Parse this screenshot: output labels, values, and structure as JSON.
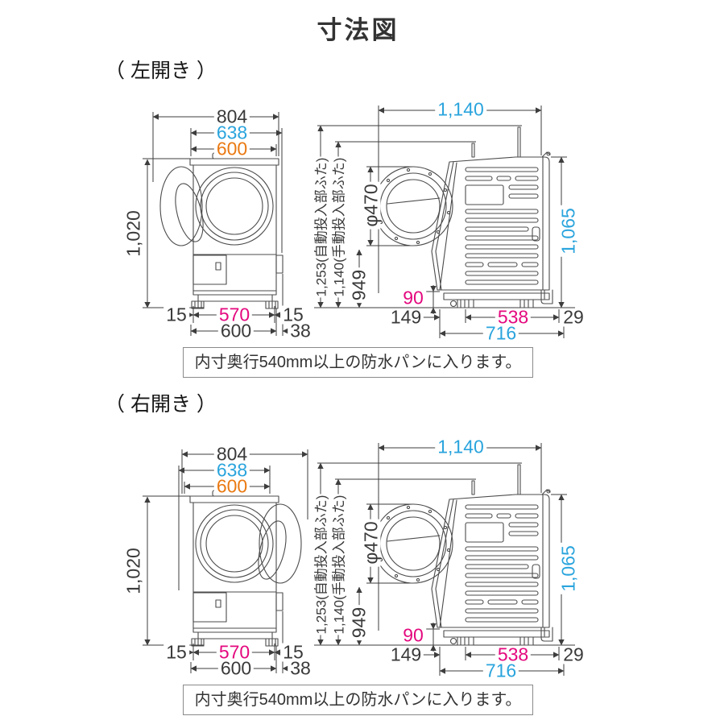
{
  "title": "寸法図",
  "colors": {
    "accent_blue": "#2aa4dd",
    "accent_orange": "#ea7912",
    "accent_magenta": "#e4087e",
    "line": "#3d3d3d"
  },
  "sections": [
    {
      "label": "（ 左開き ）",
      "front": {
        "width_total": "804",
        "width_door_open": "638",
        "width_body_top": "600",
        "height": "1,020",
        "foot_left": "15",
        "foot_span": "570",
        "foot_right": "15",
        "width_body_bottom": "600",
        "rear_protrusion": "38"
      },
      "side": {
        "depth_door_open": "1,140",
        "height_auto_lid": "1,253(自動投入部ふた)",
        "height_manual_lid": "1,140(手動投入部ふた)",
        "height_window_top": "949",
        "window_diameter": "φ470",
        "height_body": "1,065",
        "base_height": "90",
        "front_foot_inset": "149",
        "foot_span": "538",
        "rear_foot_inset": "29",
        "depth_body": "716"
      },
      "note": "内寸奥行540mm以上の防水パンに入ります。"
    },
    {
      "label": "（ 右開き ）",
      "front": {
        "width_total": "804",
        "width_door_open": "638",
        "width_body_top": "600",
        "height": "1,020",
        "foot_left": "15",
        "foot_span": "570",
        "foot_right": "15",
        "width_body_bottom": "600",
        "rear_protrusion": "38"
      },
      "side": {
        "depth_door_open": "1,140",
        "height_auto_lid": "1,253(自動投入部ふた)",
        "height_manual_lid": "1,140(手動投入部ふた)",
        "height_window_top": "949",
        "window_diameter": "φ470",
        "height_body": "1,065",
        "base_height": "90",
        "front_foot_inset": "149",
        "foot_span": "538",
        "rear_foot_inset": "29",
        "depth_body": "716"
      },
      "note": "内寸奥行540mm以上の防水パンに入ります。"
    }
  ]
}
